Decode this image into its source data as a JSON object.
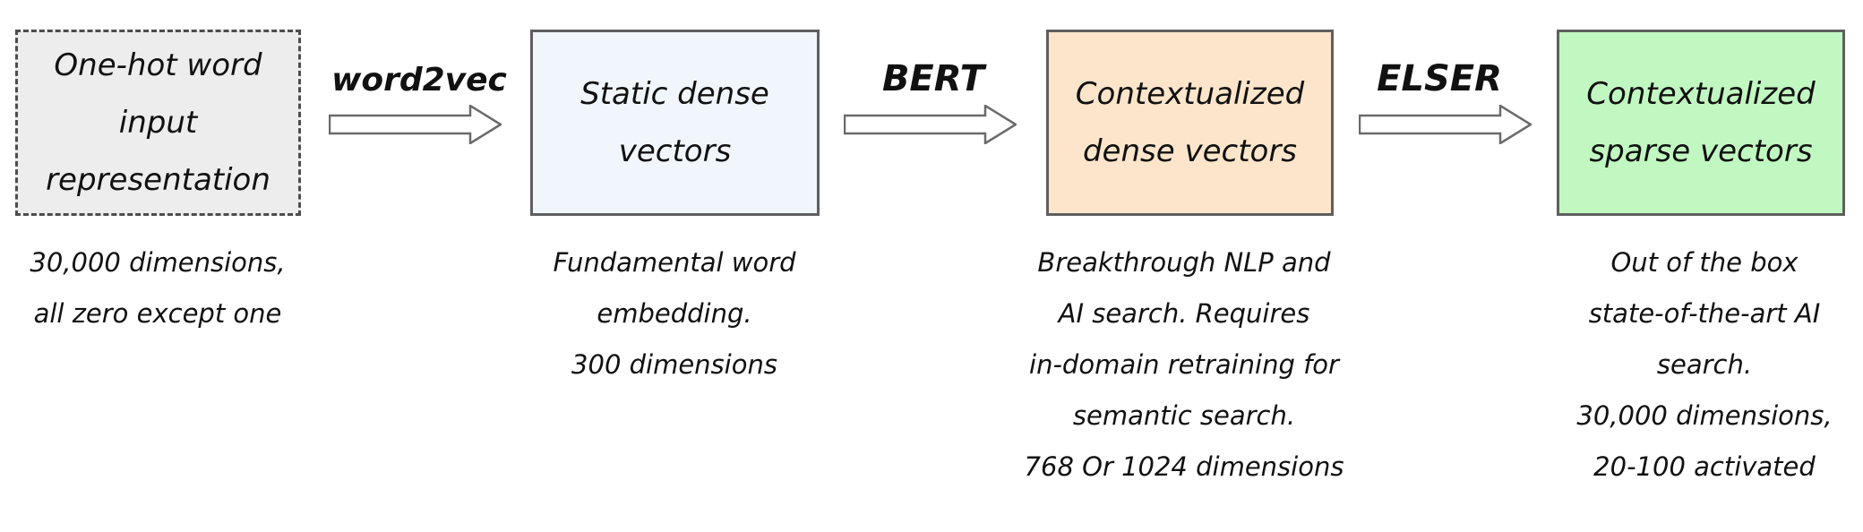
{
  "stages": [
    {
      "title": "One-hot word\ninput\nrepresentation",
      "caption": "30,000 dimensions,\nall zero except one",
      "fill": "#ededed",
      "border": "dashed"
    },
    {
      "title": "Static dense\nvectors",
      "caption": "Fundamental word\nembedding.\n300 dimensions",
      "fill": "#f1f6fd",
      "border": "solid"
    },
    {
      "title": "Contextualized\ndense vectors",
      "caption": "Breakthrough NLP and\nAI search. Requires\nin-domain retraining for\nsemantic search.\n768 Or 1024 dimensions",
      "fill": "#fce5cb",
      "border": "solid"
    },
    {
      "title": "Contextualized\nsparse vectors",
      "caption": "Out of the box\nstate-of-the-art AI\nsearch.\n30,000 dimensions,\n20-100 activated",
      "fill": "#c1f8c1",
      "border": "solid"
    }
  ],
  "arrows": [
    {
      "label": "word2vec"
    },
    {
      "label": "BERT"
    },
    {
      "label": "ELSER"
    }
  ],
  "colors": {
    "arrow_outline": "#6a6a6a",
    "text": "#111111"
  }
}
